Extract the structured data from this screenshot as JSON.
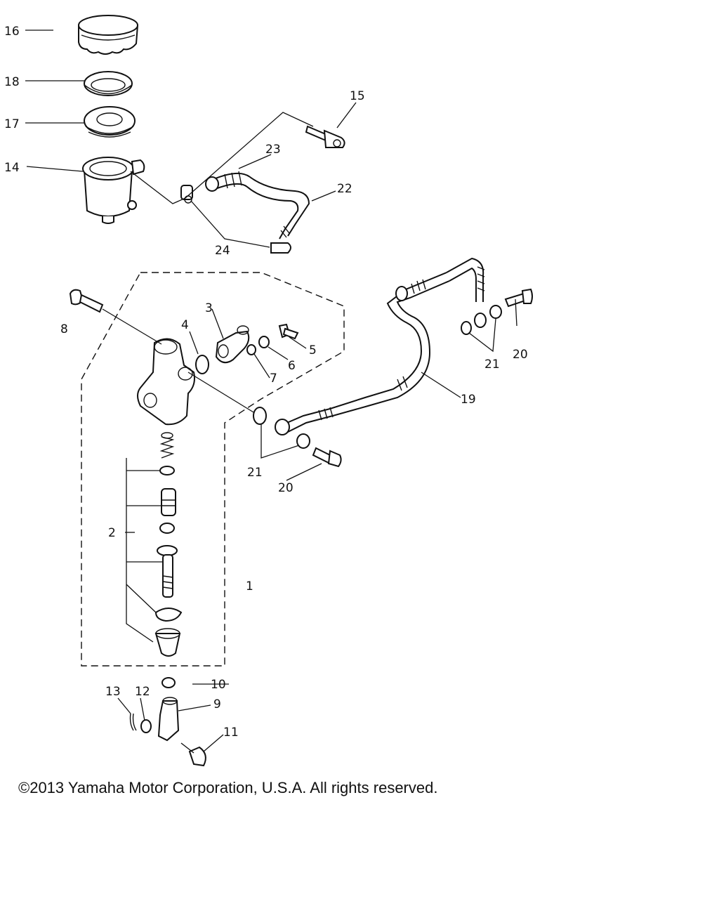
{
  "diagram": {
    "callouts": {
      "c1": "1",
      "c2": "2",
      "c3": "3",
      "c4": "4",
      "c5": "5",
      "c6": "6",
      "c7": "7",
      "c8": "8",
      "c9": "9",
      "c10": "10",
      "c11": "11",
      "c12": "12",
      "c13": "13",
      "c14": "14",
      "c15": "15",
      "c16": "16",
      "c17": "17",
      "c18": "18",
      "c19": "19",
      "c20a": "20",
      "c20b": "20",
      "c21a": "21",
      "c21b": "21",
      "c22": "22",
      "c23": "23",
      "c24": "24"
    }
  },
  "footer": {
    "copyright": "©2013 Yamaha Motor Corporation, U.S.A. All rights reserved."
  }
}
